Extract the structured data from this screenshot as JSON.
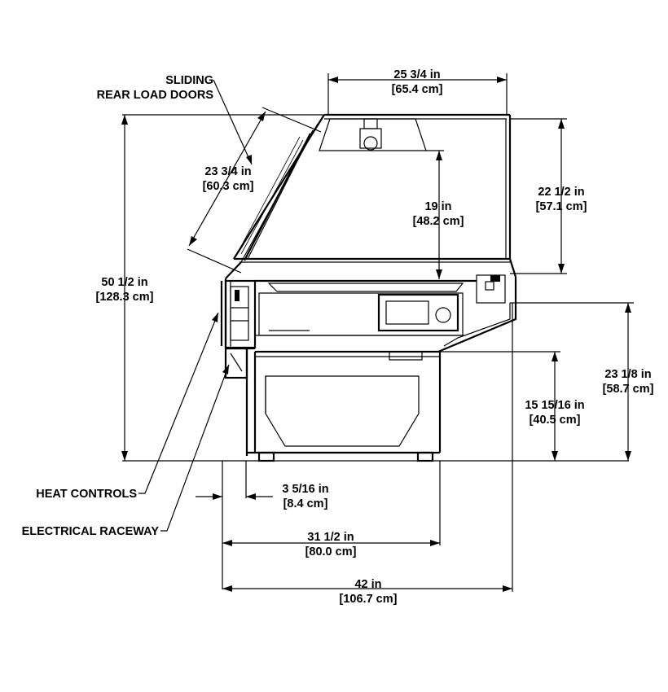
{
  "callouts": {
    "sliding": "SLIDING",
    "rear_load_doors": "REAR LOAD DOORS",
    "heat_controls": "HEAT CONTROLS",
    "electrical_raceway": "ELECTRICAL RACEWAY"
  },
  "dimensions": {
    "top_width": {
      "in": "25 3/4 in",
      "cm": "[65.4 cm]"
    },
    "glass_length": {
      "in": "23 3/4 in",
      "cm": "[60.3 cm]"
    },
    "inner_height": {
      "in": "19 in",
      "cm": "[48.2 cm]"
    },
    "canopy_height": {
      "in": "22 1/2 in",
      "cm": "[57.1 cm]"
    },
    "overall_height": {
      "in": "50 1/2 in",
      "cm": "[128.3 cm]"
    },
    "counter_height": {
      "in": "23 1/8 in",
      "cm": "[58.7 cm]"
    },
    "base_height": {
      "in": "15 15/16 in",
      "cm": "[40.5 cm]"
    },
    "rear_offset": {
      "in": "3 5/16 in",
      "cm": "[8.4 cm]"
    },
    "base_depth": {
      "in": "31 1/2 in",
      "cm": "[80.0 cm]"
    },
    "overall_depth": {
      "in": "42 in",
      "cm": "[106.7 cm]"
    }
  }
}
